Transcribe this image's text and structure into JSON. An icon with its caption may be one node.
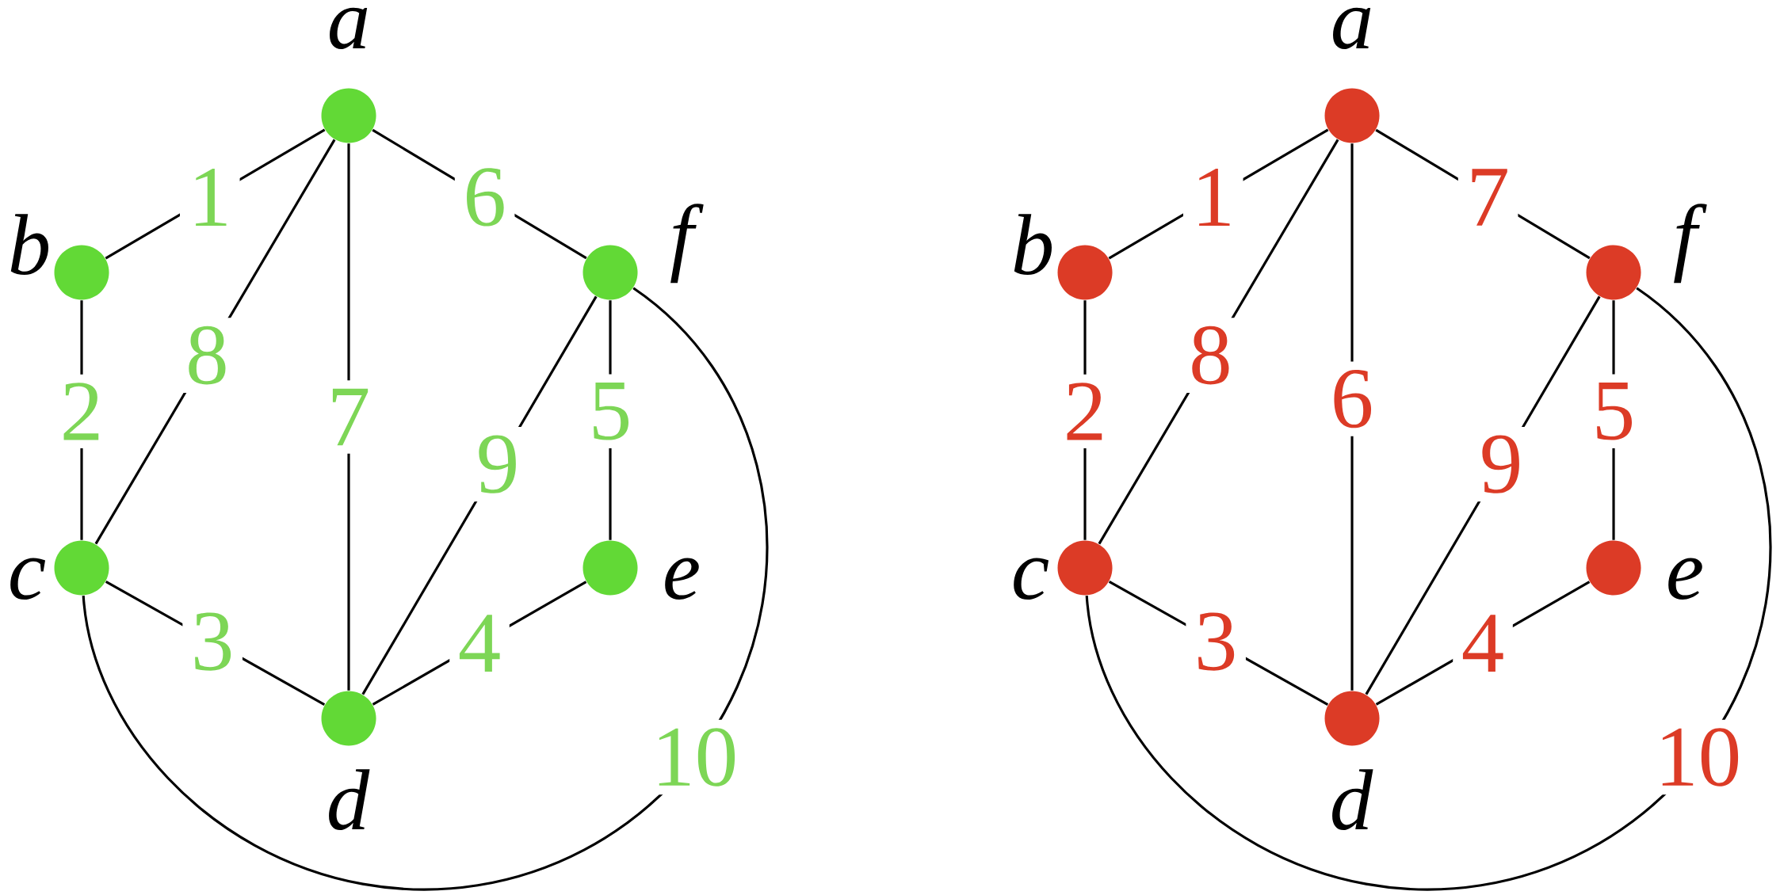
{
  "diagram": {
    "nodes": [
      {
        "text": [],
        "shape": "circle",
        "beside": [
          "a"
        ]
      },
      {
        "text": [],
        "shape": "circle",
        "beside": [
          "b"
        ]
      },
      {
        "text": [],
        "shape": "circle",
        "beside": [
          "c"
        ]
      },
      {
        "text": [],
        "shape": "circle",
        "beside": [
          "d"
        ]
      },
      {
        "text": [],
        "shape": "circle",
        "beside": [
          "e"
        ]
      },
      {
        "text": [],
        "shape": "circle",
        "beside": [
          "f"
        ]
      },
      {
        "text": [],
        "shape": "circle",
        "beside": [
          "a"
        ]
      },
      {
        "text": [],
        "shape": "circle",
        "beside": [
          "b"
        ]
      },
      {
        "text": [],
        "shape": "circle",
        "beside": [
          "c"
        ]
      },
      {
        "text": [],
        "shape": "circle",
        "beside": [
          "d"
        ]
      },
      {
        "text": [],
        "shape": "circle",
        "beside": [
          "e"
        ]
      },
      {
        "text": [],
        "shape": "circle",
        "beside": [
          "f"
        ]
      }
    ],
    "edges": [
      {
        "from": 0,
        "to": 1,
        "arrow": "none",
        "label": "1"
      },
      {
        "from": 1,
        "to": 2,
        "arrow": "none",
        "label": "2"
      },
      {
        "from": 2,
        "to": 3,
        "arrow": "none",
        "label": "3"
      },
      {
        "from": 3,
        "to": 4,
        "arrow": "none",
        "label": "4"
      },
      {
        "from": 4,
        "to": 5,
        "arrow": "none",
        "label": "5"
      },
      {
        "from": 0,
        "to": 5,
        "arrow": "none",
        "label": "6"
      },
      {
        "from": 0,
        "to": 3,
        "arrow": "none",
        "label": "7"
      },
      {
        "from": 0,
        "to": 2,
        "arrow": "none",
        "label": "8"
      },
      {
        "from": 5,
        "to": 3,
        "arrow": "none",
        "label": "9"
      },
      {
        "from": 5,
        "to": 2,
        "arrow": "none",
        "label": "10"
      },
      {
        "from": 6,
        "to": 7,
        "arrow": "none",
        "label": "1"
      },
      {
        "from": 7,
        "to": 8,
        "arrow": "none",
        "label": "2"
      },
      {
        "from": 8,
        "to": 9,
        "arrow": "none",
        "label": "3"
      },
      {
        "from": 9,
        "to": 10,
        "arrow": "none",
        "label": "4"
      },
      {
        "from": 10,
        "to": 11,
        "arrow": "none",
        "label": "5"
      },
      {
        "from": 6,
        "to": 9,
        "arrow": "none",
        "label": "6"
      },
      {
        "from": 6,
        "to": 11,
        "arrow": "none",
        "label": "7"
      },
      {
        "from": 6,
        "to": 8,
        "arrow": "none",
        "label": "8"
      },
      {
        "from": 11,
        "to": 9,
        "arrow": "none",
        "label": "9"
      },
      {
        "from": 11,
        "to": 8,
        "arrow": "none",
        "label": "10"
      }
    ]
  }
}
